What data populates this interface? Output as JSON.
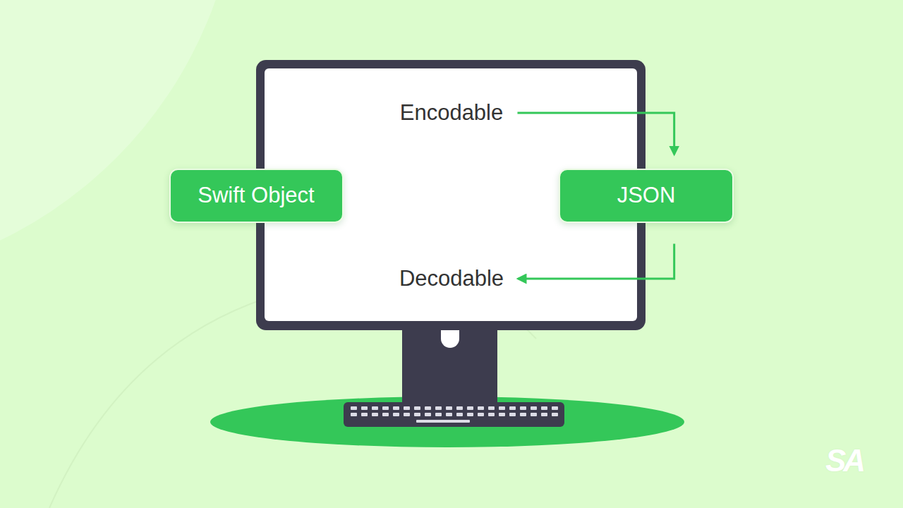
{
  "diagram": {
    "nodes": [
      {
        "text": [
          "Encodable"
        ]
      },
      {
        "text": [
          "Swift Object"
        ]
      },
      {
        "text": [
          "JSON"
        ]
      },
      {
        "text": [
          "Decodable"
        ]
      }
    ],
    "edges": [
      {
        "from": 0,
        "to": 2,
        "arrow": "to"
      },
      {
        "from": 2,
        "to": 3,
        "arrow": "to"
      }
    ],
    "labels": [
      "SA"
    ]
  }
}
